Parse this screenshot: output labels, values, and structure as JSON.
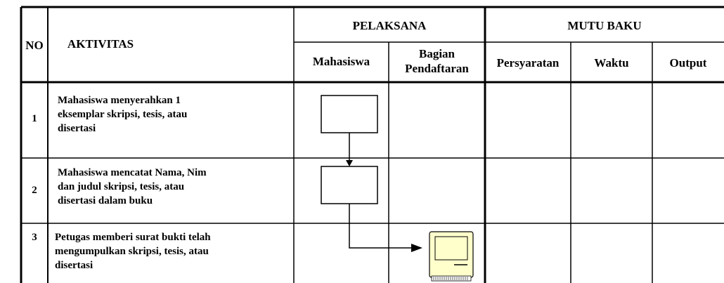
{
  "headers": {
    "no": "NO",
    "aktivitas": "AKTIVITAS",
    "pelaksana": "PELAKSANA",
    "mutu_baku": "MUTU BAKU",
    "mahasiswa": "Mahasiswa",
    "bagian_line1": "Bagian",
    "bagian_line2": "Pendaftaran",
    "persyaratan": "Persyaratan",
    "waktu": "Waktu",
    "output": "Output"
  },
  "rows": [
    {
      "no": "1",
      "line1": "Mahasiswa menyerahkan 1",
      "line2": "eksemplar skripsi, tesis, atau",
      "line3": "disertasi"
    },
    {
      "no": "2",
      "line1": "Mahasiswa mencatat Nama, Nim",
      "line2": "dan judul skripsi, tesis, atau",
      "line3": "disertasi dalam buku"
    },
    {
      "no": "3",
      "line1": "Petugas memberi surat bukti telah",
      "line2": "mengumpulkan skripsi, tesis, atau",
      "line3": "disertasi"
    }
  ],
  "colors": {
    "terminal_fill": "#ffffcc",
    "line": "#000000"
  }
}
